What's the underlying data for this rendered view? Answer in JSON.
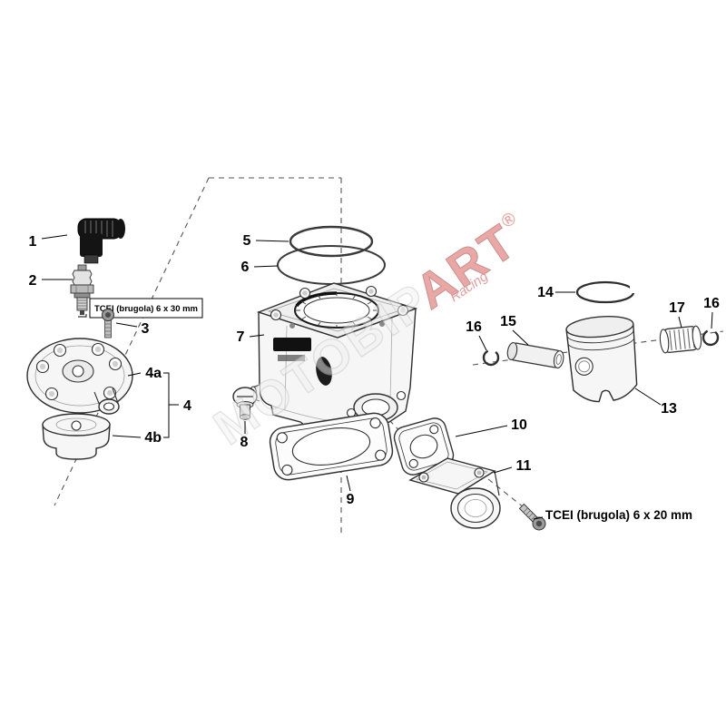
{
  "figure": {
    "watermark": {
      "prefix": "MOTOBIP",
      "accent": "ART",
      "reg": "®",
      "sub": "Racing"
    },
    "notes": {
      "bolt_30": "TCEI (brugola) 6 x 30 mm",
      "bolt_20": "TCEI (brugola) 6 x 20 mm"
    },
    "callouts": {
      "n1": "1",
      "n2": "2",
      "n3": "3",
      "n4": "4",
      "n4a": "4a",
      "n4b": "4b",
      "n5": "5",
      "n6": "6",
      "n7": "7",
      "n8": "8",
      "n9": "9",
      "n10": "10",
      "n11": "11",
      "n13": "13",
      "n14": "14",
      "n15": "15",
      "n16_left": "16",
      "n16_right": "16",
      "n17": "17"
    }
  }
}
